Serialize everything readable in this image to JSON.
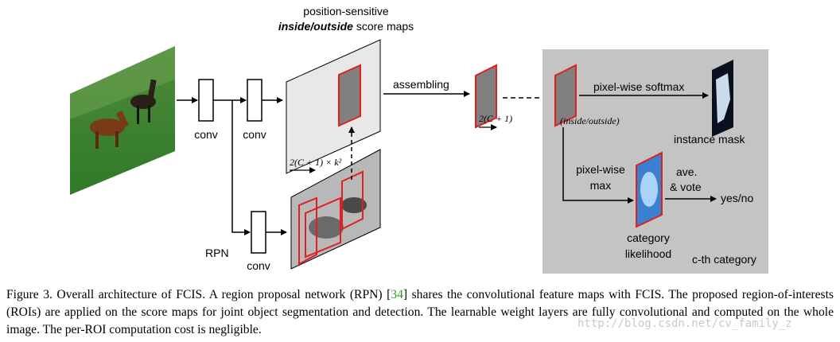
{
  "labels": {
    "title_line1": "position-sensitive",
    "title_line2_bold": "inside/outside",
    "title_line2_rest": " score maps",
    "conv1": "conv",
    "conv2": "conv",
    "conv_rpn": "conv",
    "rpn": "RPN",
    "score_dims": "2(C + 1) × k²",
    "assembling": "assembling",
    "assembled_dims": "2(C + 1)",
    "pixel_softmax": "pixel-wise softmax",
    "inside_outside": "(inside/outside)",
    "instance_mask": "instance mask",
    "pixel_max_1": "pixel-wise",
    "pixel_max_2": "max",
    "ave_1": "ave.",
    "ave_2": "& vote",
    "yes_no": "yes/no",
    "cat_1": "category",
    "cat_2": "likelihood",
    "cth": "c-th category"
  },
  "caption": {
    "part1": "Figure 3. Overall architecture of FCIS. A region proposal network (RPN) [",
    "cite": "34",
    "part2": "] shares the convolutional feature maps with FCIS. The proposed region-of-interests (ROIs) are applied on the score maps for joint object segmentation and detection. The learnable weight layers are fully convolutional and computed on the whole image. The per-ROI computation cost is negligible."
  },
  "watermark": "http://blog.csdn.net/cv_family_z",
  "colors": {
    "roi_red": "#e02020",
    "panel_gray": "#c4c4c4",
    "cite_green": "#23a323"
  }
}
